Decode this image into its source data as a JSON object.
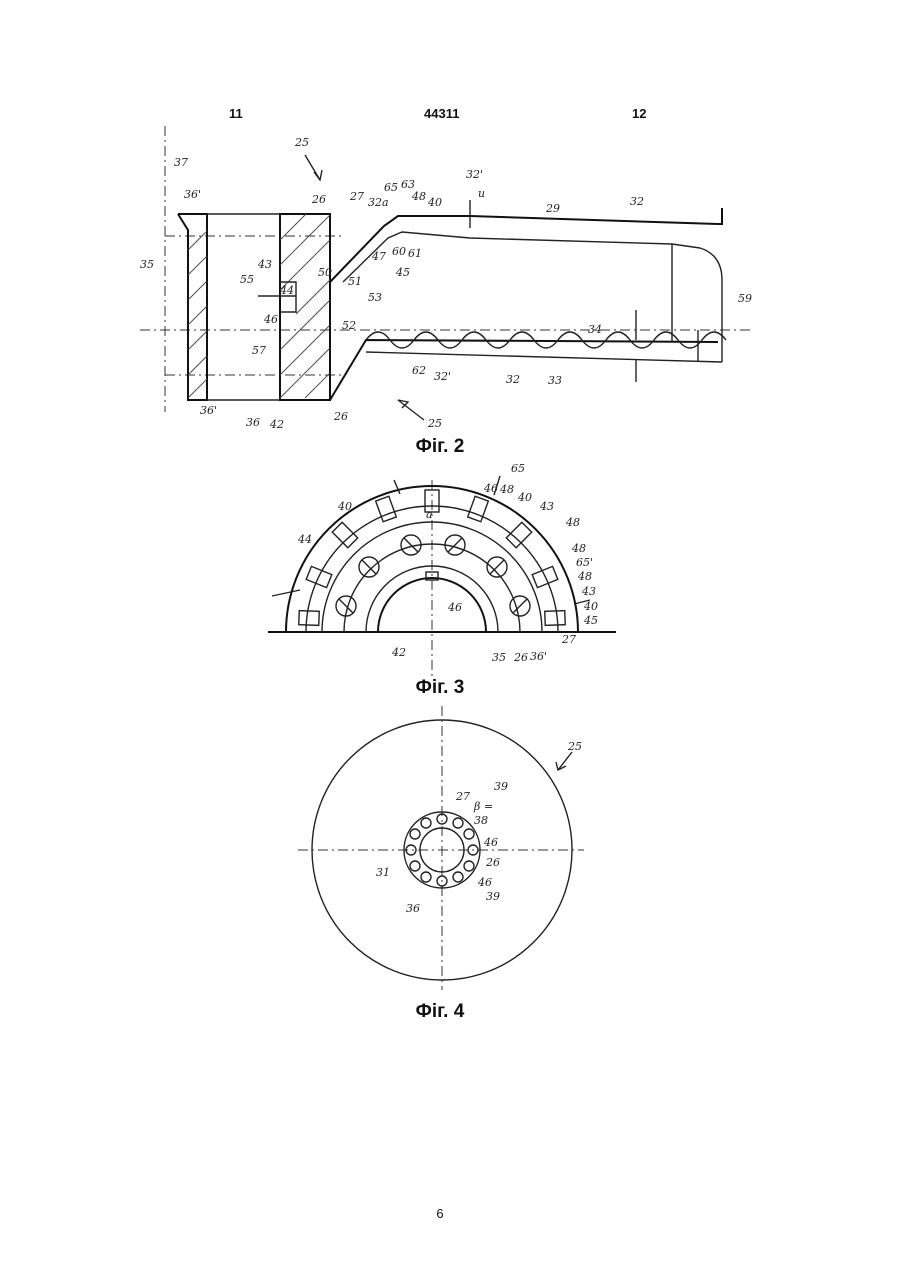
{
  "header": {
    "left": "11",
    "center": "44311",
    "right": "12"
  },
  "figures": [
    {
      "id": "fig2",
      "caption": "Фіг. 2",
      "labels": [
        "37",
        "25",
        "36'",
        "26",
        "27",
        "32a",
        "65",
        "63",
        "48",
        "40",
        "32'",
        "u",
        "29",
        "32",
        "35",
        "43",
        "55",
        "44",
        "46",
        "57",
        "50",
        "51",
        "53",
        "52",
        "60",
        "61",
        "45",
        "47",
        "59",
        "34",
        "62",
        "32'",
        "32",
        "33",
        "36'",
        "36",
        "42",
        "26",
        "25"
      ]
    },
    {
      "id": "fig3",
      "caption": "Фіг. 3",
      "labels": [
        "65",
        "46",
        "48",
        "40",
        "43",
        "48",
        "40",
        "44",
        "a",
        "48",
        "65'",
        "48",
        "43",
        "40",
        "45",
        "46",
        "42",
        "35",
        "26",
        "36'",
        "27"
      ]
    },
    {
      "id": "fig4",
      "caption": "Фіг. 4",
      "labels": [
        "25",
        "39",
        "27",
        "β =",
        "38",
        "46",
        "26",
        "31",
        "46",
        "36",
        "39"
      ]
    }
  ],
  "page_number": "6"
}
